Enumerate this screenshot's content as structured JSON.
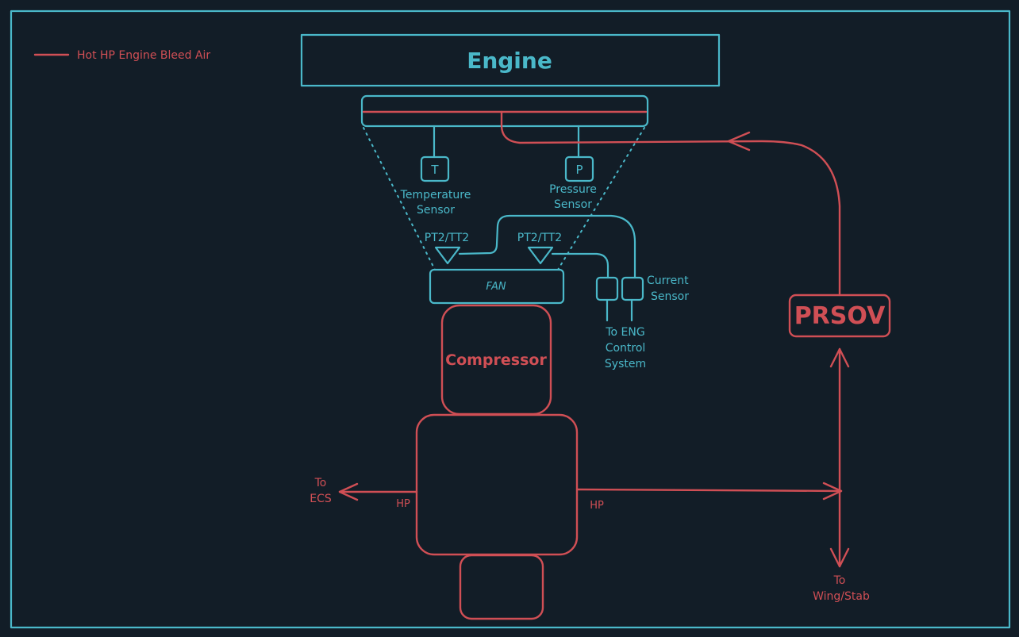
{
  "colors": {
    "background": "#121d27",
    "cyan": "#4ab8c9",
    "red": "#d04f55"
  },
  "legend": {
    "label": "Hot HP Engine Bleed Air"
  },
  "engine": {
    "label": "Engine"
  },
  "sensors": {
    "temperature": {
      "symbol": "T",
      "label_line1": "Temperature",
      "label_line2": "Sensor"
    },
    "pressure": {
      "symbol": "P",
      "label_line1": "Pressure",
      "label_line2": "Sensor"
    },
    "probe_left": "PT2/TT2",
    "probe_right": "PT2/TT2",
    "current": {
      "label_line1": "Current",
      "label_line2": "Sensor"
    },
    "eng_control": {
      "line1": "To ENG",
      "line2": "Control",
      "line3": "System"
    }
  },
  "fan": {
    "label": "FAN"
  },
  "compressor": {
    "label": "Compressor"
  },
  "prsov": {
    "label": "PRSOV"
  },
  "ports": {
    "hp_left": "HP",
    "hp_right": "HP"
  },
  "destinations": {
    "ecs_line1": "To",
    "ecs_line2": "ECS",
    "wing_line1": "To",
    "wing_line2": "Wing/Stab"
  }
}
